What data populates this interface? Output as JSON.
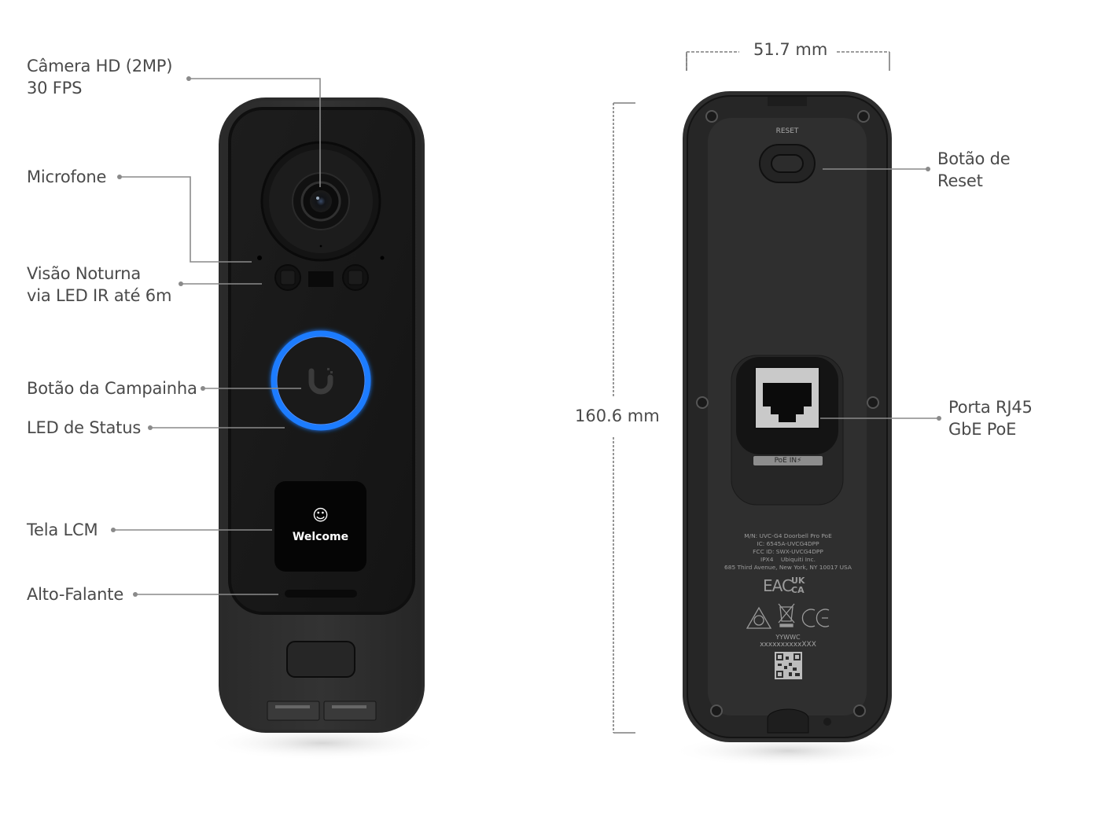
{
  "front_view": {
    "callouts": [
      {
        "id": "camera",
        "label": "Câmera HD (2MP)\n30 FPS"
      },
      {
        "id": "microphone",
        "label": "Microfone"
      },
      {
        "id": "night_vision",
        "label": "Visão Noturna\nvia LED IR até 6m"
      },
      {
        "id": "doorbell_button",
        "label": "Botão da Campainha"
      },
      {
        "id": "status_led",
        "label": "LED de Status"
      },
      {
        "id": "lcm_screen",
        "label": "Tela LCM"
      },
      {
        "id": "speaker",
        "label": "Alto-Falante"
      }
    ],
    "screen": {
      "icon": "smiley-icon",
      "icon_glyph": "☺",
      "text": "Welcome"
    },
    "led_color": "#1e7bff"
  },
  "back_view": {
    "width_dimension": "51.7 mm",
    "height_dimension": "160.6 mm",
    "reset_text": "RESET",
    "poe_label": "PoE IN",
    "poe_icon_glyph": "⚡",
    "callouts": [
      {
        "id": "reset_button",
        "label": "Botão de\nReset"
      },
      {
        "id": "rj45_port",
        "label": "Porta RJ45\nGbE PoE"
      }
    ],
    "regulatory": {
      "lines": [
        "M/N: UVC-G4 Doorbell Pro PoE",
        "IC: 6545A-UVCG4DPP",
        "FCC ID: SWX-UVCG4DPP",
        "IPX4    Ubiquiti Inc.",
        "685 Third Avenue, New York, NY 10017 USA"
      ],
      "marks": [
        "EAC",
        "UK CA",
        "RCM",
        "WEEE",
        "CE"
      ],
      "date_code": "YYWWC",
      "serial": "xxxxxxxxxxXXX"
    }
  }
}
